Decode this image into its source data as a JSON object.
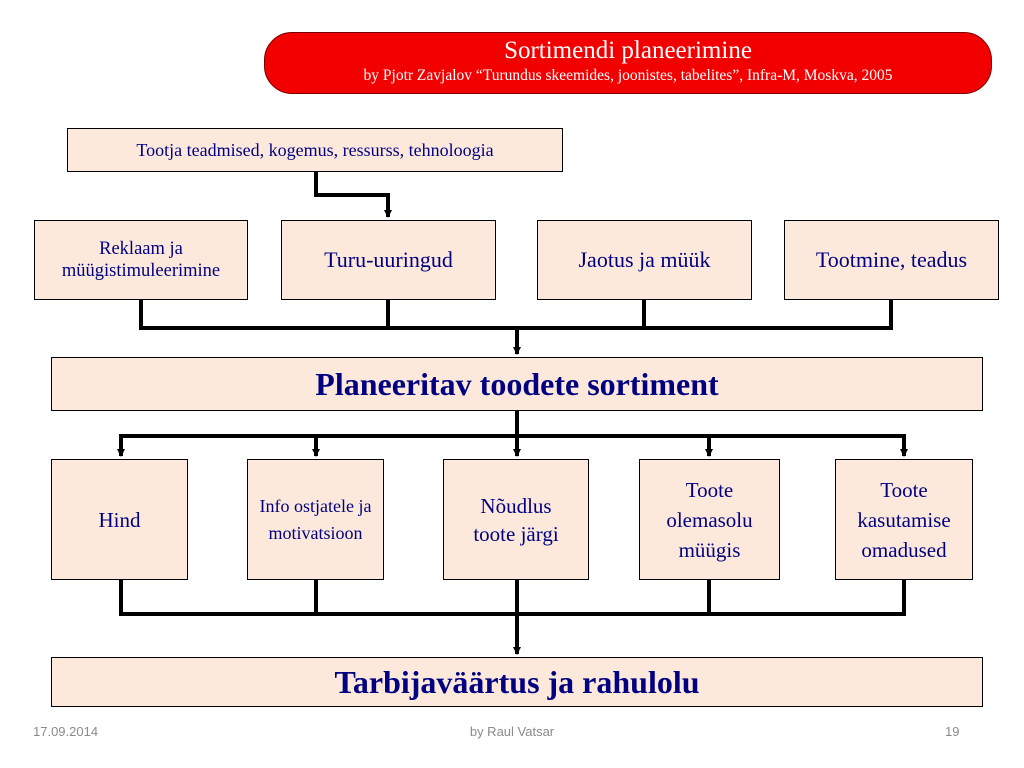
{
  "header": {
    "title": "Sortimendi planeerimine",
    "subtitle": "by Pjotr Zavjalov “Turundus skeemides, joonistes, tabelites”, Infra-M, Moskva, 2005"
  },
  "diagram": {
    "top_box": "Tootja teadmised, kogemus, ressurss, tehnoloogia",
    "inputs": [
      "Reklaam ja müügistimuleerimine",
      "Turu-uuringud",
      "Jaotus ja müük",
      "Tootmine, teadus"
    ],
    "center": "Planeeritav toodete sortiment",
    "factors": [
      "Hind",
      "Info ostjatele ja motivatsioon",
      "Nõudlus toote järgi",
      "Toote olemasolu müügis",
      "Toote kasutamise omadused"
    ],
    "result": "Tarbijaväärtus ja rahulolu"
  },
  "footer": {
    "date": "17.09.2014",
    "author": "by Raul Vatsar",
    "page": "19"
  }
}
